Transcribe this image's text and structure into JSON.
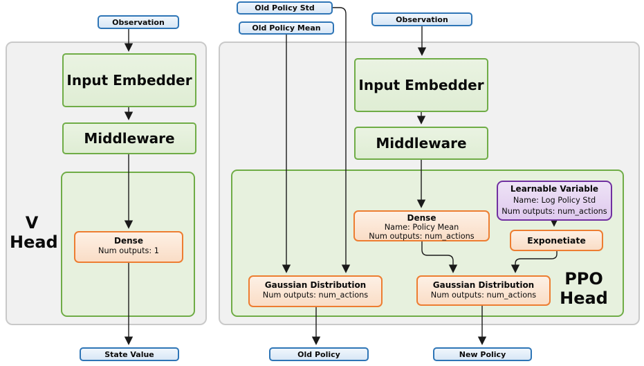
{
  "colors": {
    "blue_border": "#2E75B6",
    "blue_fill": "#D8E7F6",
    "green_border": "#6FAC46",
    "green_fill": "#E2EFDA",
    "orange_border": "#ED7D31",
    "orange_fill": "#FCE4D6",
    "purple_border": "#7030A0",
    "purple_fill": "#E4D3EF",
    "panel_fill": "#F1F1F1",
    "panel_border": "#C9C9C9",
    "arrow": "#1A1A1A"
  },
  "v_head": {
    "title_line1": "V",
    "title_line2": "Head",
    "observation": "Observation",
    "input_embedder": "Input Embedder",
    "middleware": "Middleware",
    "dense_title": "Dense",
    "dense_outputs": "Num outputs: 1",
    "state_value": "State Value"
  },
  "ppo_head": {
    "title_line1": "PPO",
    "title_line2": "Head",
    "old_policy_std": "Old Policy Std",
    "old_policy_mean": "Old Policy Mean",
    "observation": "Observation",
    "input_embedder": "Input Embedder",
    "middleware": "Middleware",
    "dense_title": "Dense",
    "dense_name": "Name: Policy Mean",
    "dense_outputs": "Num outputs: num_actions",
    "learnable_title": "Learnable Variable",
    "learnable_name": "Name: Log Policy Std",
    "learnable_outputs": "Num outputs: num_actions",
    "exponetiate": "Exponetiate",
    "gaussian_old_title": "Gaussian Distribution",
    "gaussian_old_outputs": "Num outputs: num_actions",
    "gaussian_new_title": "Gaussian Distribution",
    "gaussian_new_outputs": "Num outputs: num_actions",
    "old_policy": "Old Policy",
    "new_policy": "New Policy"
  }
}
